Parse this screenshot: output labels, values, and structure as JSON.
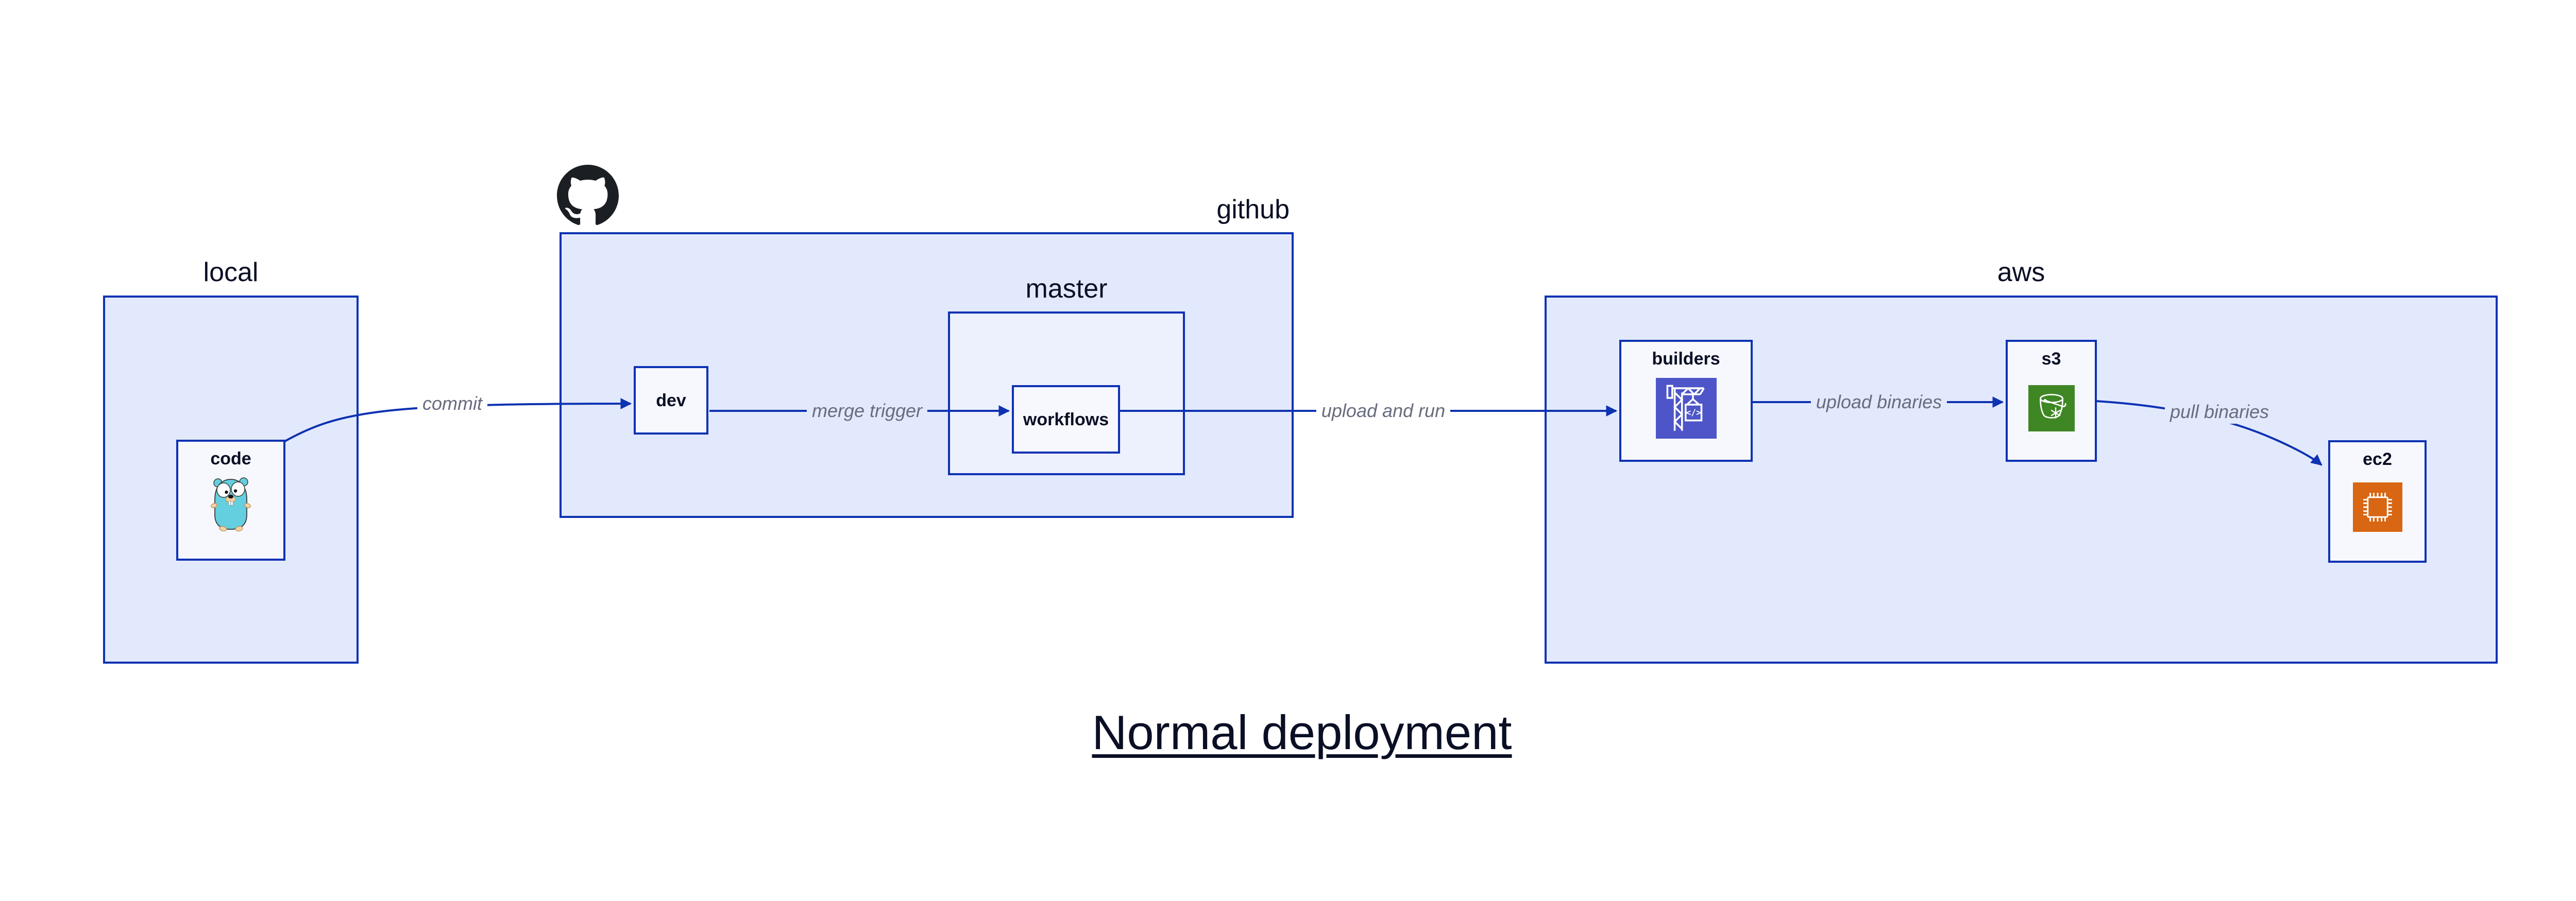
{
  "diagram": {
    "title": "Normal deployment",
    "groups": {
      "local": {
        "label": "local"
      },
      "github": {
        "label": "github",
        "icon": "github-octocat-icon"
      },
      "master": {
        "label": "master"
      },
      "aws": {
        "label": "aws"
      }
    },
    "nodes": {
      "code": {
        "label": "code",
        "icon": "go-gopher-icon"
      },
      "dev": {
        "label": "dev"
      },
      "workflows": {
        "label": "workflows"
      },
      "builders": {
        "label": "builders",
        "icon": "codebuild-crane-icon"
      },
      "s3": {
        "label": "s3",
        "icon": "s3-bucket-icon"
      },
      "ec2": {
        "label": "ec2",
        "icon": "ec2-chip-icon"
      }
    },
    "edges": {
      "commit": {
        "label": "commit",
        "from": "code",
        "to": "dev"
      },
      "merge_trigger": {
        "label": "merge trigger",
        "from": "dev",
        "to": "workflows"
      },
      "upload_and_run": {
        "label": "upload and run",
        "from": "workflows",
        "to": "builders"
      },
      "upload_binaries": {
        "label": "upload binaries",
        "from": "builders",
        "to": "s3"
      },
      "pull_binaries": {
        "label": "pull binaries",
        "from": "s3",
        "to": "ec2"
      }
    },
    "colors": {
      "stroke": "#0D32B2",
      "container_fill": "#E3E9FD",
      "inner_container_fill": "#EDF0FD",
      "node_fill": "#F7F8FE",
      "text": "#0A0F25",
      "edge_label": "#676C7E",
      "octocat": "#1B1F23",
      "gopher_body": "#63CFDF",
      "codebuild_icon_bg": "#4D55C8",
      "s3_icon_bg": "#3F8624",
      "ec2_icon_bg": "#D86613"
    }
  }
}
